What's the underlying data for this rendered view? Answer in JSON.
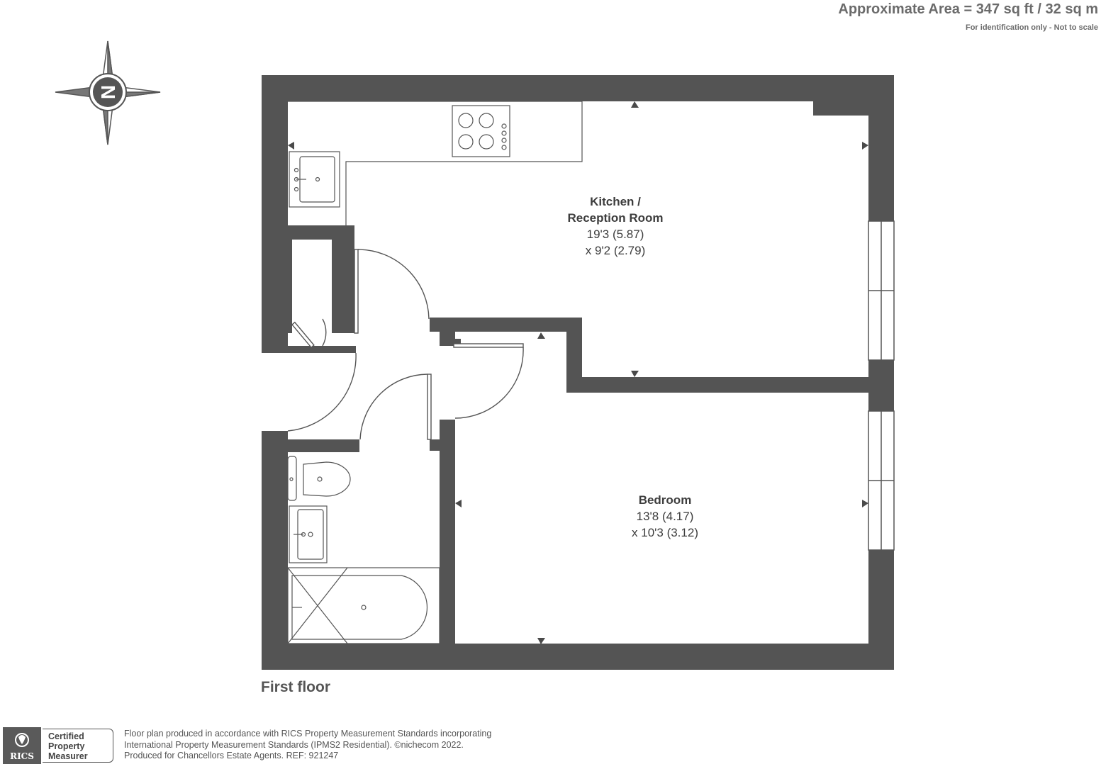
{
  "header": {
    "area": "Approximate Area = 347 sq ft / 32 sq m",
    "note": "For identification only - Not to scale"
  },
  "compass": {
    "letter": "N"
  },
  "rooms": [
    {
      "name_line1": "Kitchen /",
      "name_line2": "Reception Room",
      "dim1": "19'3 (5.87)",
      "dim2": "x 9'2 (2.79)"
    },
    {
      "name_line1": "Bedroom",
      "name_line2": "",
      "dim1": "13'8 (4.17)",
      "dim2": "x 10'3 (3.12)"
    }
  ],
  "floor_label": "First floor",
  "footer": {
    "line1": "Floor plan produced in accordance with RICS Property Measurement Standards incorporating",
    "line2": "International Property Measurement Standards (IPMS2 Residential).  ©nichecom 2022.",
    "line3": "Produced for Chancellors Estate Agents.   REF:  921247"
  },
  "rics": {
    "badge": "RICS",
    "cert_line1": "Certified",
    "cert_line2": "Property",
    "cert_line3": "Measurer"
  },
  "colors": {
    "wall": "#545454",
    "line": "#555555",
    "text": "#3d3d3d"
  }
}
